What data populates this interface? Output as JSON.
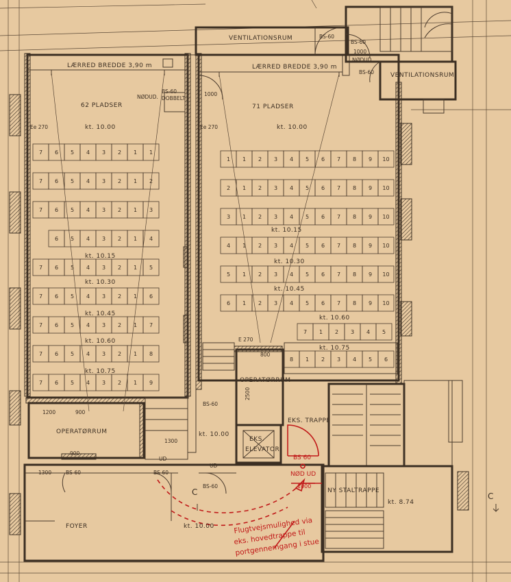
{
  "labels": {
    "vent_top": "VENTILATIONSRUM",
    "vent_right": "VENTILATIONSRUM",
    "screen_left": "LÆRRED BREDDE 3,90 m",
    "screen_right": "LÆRRED BREDDE 3,90 m",
    "hall_left_seats": "62 PLADSER",
    "hall_right_seats": "71 PLADSER",
    "kt_left_top": "kt. 10.00",
    "kt_right_top": "kt. 10.00",
    "ee_left": "Ee 270",
    "ee_right": "Ee 270",
    "nodud_top_a": "NØDUD.",
    "nodud_top_b": "NØDUD.",
    "bs60_dobbelt_a": "BS-60",
    "bs60_dobbelt_b": "DOBBELT",
    "bs60_top": "BS-60",
    "bs60_top2": "BS-60",
    "bs60_right": "BS-60",
    "dim_1000_a": "1000",
    "dim_1000_b": "1000",
    "kt_1015": "kt. 10.15",
    "kt_1030_r": "kt. 10.30",
    "kt_1045_r": "kt. 10.45",
    "kt_1060_r": "kt. 10.60",
    "kt_1075_r": "kt. 10.75",
    "kt_1015_l": "kt. 10.15",
    "kt_1030_l": "kt. 10.30",
    "kt_1045_l": "kt. 10.45",
    "kt_1060_l": "kt. 10.60",
    "kt_1075_l": "kt. 10.75",
    "e270_mid": "E 270",
    "dim_800": "800",
    "operator_left": "OPERATØRRUM",
    "operator_right": "OPERATØRRUM",
    "dim_1200": "1200",
    "dim_900_a": "900",
    "dim_900_b": "900",
    "dim_1300_a": "1300",
    "dim_1300_b": "1300",
    "bs60_mid": "BS-60",
    "bs60_foyer": "BS-60",
    "bs60_foyer2": "BS-60",
    "bs60_lower": "BS-60",
    "kt_1000_mid": "kt. 10.00",
    "ud_a": "UD",
    "ud_b": "UD",
    "dim_2500": "2500",
    "eks_trappe": "EKS. TRAPPE",
    "eks_elevator_a": "EKS.",
    "eks_elevator_b": "ELEVATOR",
    "ny_staltrappe": "NY STALTRAPPE",
    "kt_874": "kt. 8.74",
    "foyer": "FOYER",
    "kt_1000_foyer": "kt. 10.00",
    "section_c": "C",
    "section_c2": "C",
    "red_bs60": "BS 60",
    "red_nodud": "NØD UD",
    "red_1000": "1000",
    "red_note_1": "Flugtvejsmulighed via",
    "red_note_2": "eks. hovedtrappe til",
    "red_note_3": "portgennemgang i stue"
  },
  "seating": {
    "left_rows": [
      [
        "7",
        "6",
        "5",
        "4",
        "3",
        "2",
        "1",
        "1"
      ],
      [
        "7",
        "6",
        "5",
        "4",
        "3",
        "2",
        "1",
        "2"
      ],
      [
        "7",
        "6",
        "5",
        "4",
        "3",
        "2",
        "1",
        "3"
      ],
      [
        "6",
        "5",
        "4",
        "3",
        "2",
        "1",
        "4"
      ],
      [
        "7",
        "6",
        "5",
        "4",
        "3",
        "2",
        "1",
        "5"
      ],
      [
        "7",
        "6",
        "5",
        "4",
        "3",
        "2",
        "1",
        "6"
      ],
      [
        "7",
        "6",
        "5",
        "4",
        "3",
        "2",
        "1",
        "7"
      ],
      [
        "7",
        "6",
        "5",
        "4",
        "3",
        "2",
        "1",
        "8"
      ],
      [
        "7",
        "6",
        "5",
        "4",
        "3",
        "2",
        "1",
        "9"
      ]
    ],
    "right_rows": [
      [
        "1",
        "1",
        "2",
        "3",
        "4",
        "5",
        "6",
        "7",
        "8",
        "9",
        "10"
      ],
      [
        "2",
        "1",
        "2",
        "3",
        "4",
        "5",
        "6",
        "7",
        "8",
        "9",
        "10"
      ],
      [
        "3",
        "1",
        "2",
        "3",
        "4",
        "5",
        "6",
        "7",
        "8",
        "9",
        "10"
      ],
      [
        "4",
        "1",
        "2",
        "3",
        "4",
        "5",
        "6",
        "7",
        "8",
        "9",
        "10"
      ],
      [
        "5",
        "1",
        "2",
        "3",
        "4",
        "5",
        "6",
        "7",
        "8",
        "9",
        "10"
      ],
      [
        "6",
        "1",
        "2",
        "3",
        "4",
        "5",
        "6",
        "7",
        "8",
        "9",
        "10"
      ],
      [
        "7",
        "1",
        "2",
        "3",
        "4",
        "5"
      ],
      [
        "8",
        "1",
        "2",
        "3",
        "4",
        "5",
        "6"
      ]
    ]
  },
  "colors": {
    "paper": "#e7c9a0",
    "ink": "#3b2e22",
    "annotation": "#c01818"
  }
}
